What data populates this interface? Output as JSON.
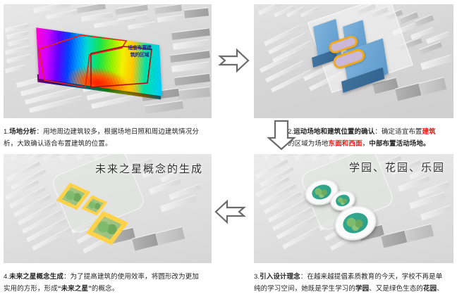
{
  "page": {
    "background": "#ffffff",
    "accent_red": "#e2241b",
    "caption_color": "#262626"
  },
  "panels": [
    {
      "id": "panel-1",
      "number": "1.",
      "figure_kind": "solar-analysis-site-plan",
      "overlay_label": "适宜布\n置建筑\n的区域",
      "overlay_label_plain": "适宜布置建筑的区域",
      "caption_line1_prefix": "1.",
      "caption_title": "场地分析",
      "caption_line1_rest": "：用地周边建筑较多，根据场地日照和周边建筑情况分",
      "caption_line2": "析，大致确认适合布置建筑的位置。"
    },
    {
      "id": "panel-2",
      "number": "2.",
      "figure_kind": "massing-blue-blocks-with-tracks",
      "caption_line1_prefix": "2.",
      "caption_title": "运动场地和建筑位置的确认",
      "caption_line1_rest": "：确定适宜布置",
      "caption_line1_red": "建筑",
      "caption_line2_a": "的区域为场地",
      "caption_line2_red": "东面和西面",
      "caption_line2_b": "，",
      "caption_line2_bold1": "中部布置",
      "caption_line2_bold2": "活动场地。"
    },
    {
      "id": "panel-3",
      "number": "3.",
      "figure_kind": "oval-green-courtyard-buildings",
      "fig_title": "学园、花园、乐园",
      "caption_line1_prefix": "3.",
      "caption_title": "引入设计理念",
      "caption_line1_rest": "：在越来越提倡素质教育的今天，学校不再是单",
      "caption_line2_a": "纯的学习空间，她既是学生学习的",
      "caption_line2_bold1": "学园",
      "caption_line2_b": "、又是绿色生态的",
      "caption_line2_bold2": "花园",
      "caption_line2_c": "、"
    },
    {
      "id": "panel-4",
      "number": "4.",
      "figure_kind": "star-shaped-yellow-buildings",
      "fig_title": "未来之星概念的生成",
      "caption_line1_prefix": "4.",
      "caption_title": "未来之星概念生成",
      "caption_line1_rest": "：为了提高建筑的使用效率，将圆形改为更加",
      "caption_line2_a": "实用的方形，形成",
      "caption_line2_quote": "“未来之星”",
      "caption_line2_b": "的概念。"
    }
  ],
  "arrows": [
    {
      "id": "arrow-1-to-2",
      "direction": "right",
      "glyph": "arrow-right-outline",
      "color": "#6b6b6b"
    },
    {
      "id": "arrow-2-to-3",
      "direction": "down",
      "glyph": "arrow-down-outline",
      "color": "#6b6b6b"
    },
    {
      "id": "arrow-3-to-4",
      "direction": "left",
      "glyph": "arrow-left-outline",
      "color": "#6b6b6b"
    }
  ]
}
